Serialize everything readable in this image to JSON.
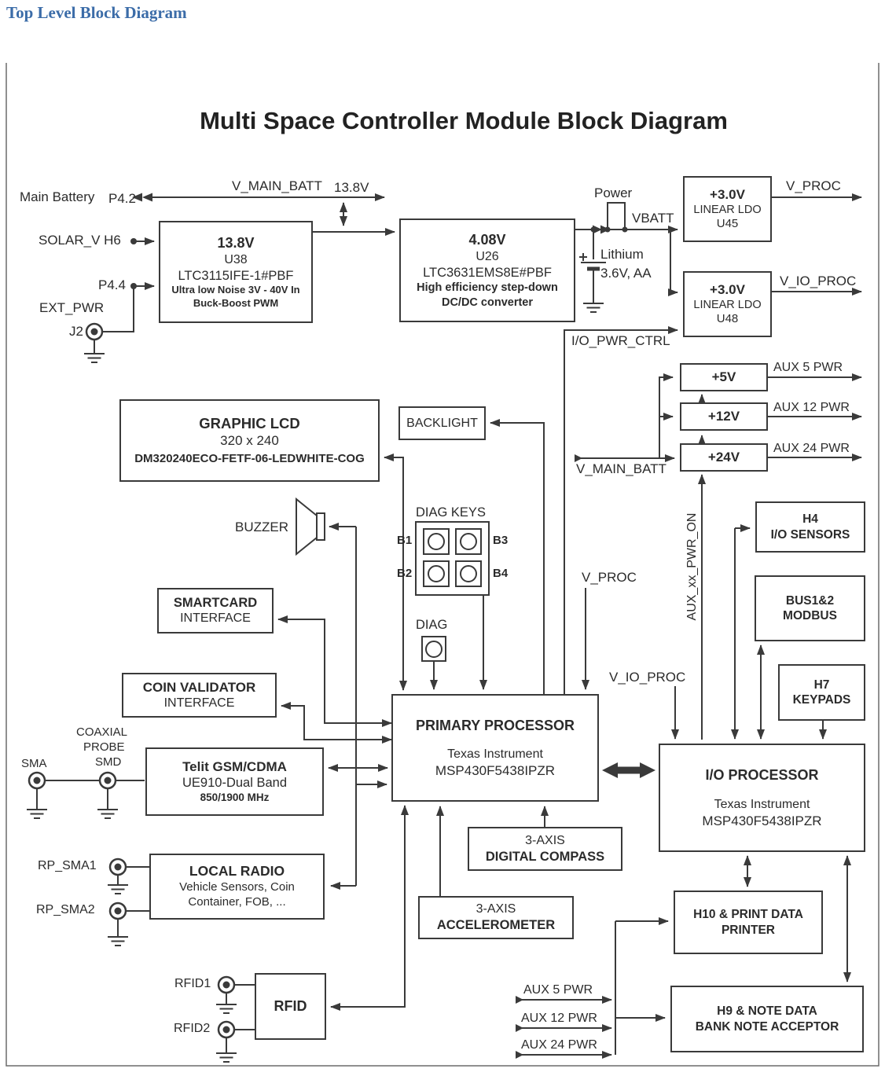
{
  "page": {
    "header": "Top Level Block Diagram",
    "title": "Multi Space Controller Module Block Diagram"
  },
  "colors": {
    "line": "#3a3a3a",
    "header_blue": "#3b6ca8"
  },
  "power_chain": {
    "main_battery": "Main Battery",
    "p42": "P4.2",
    "v_main_batt": "V_MAIN_BATT",
    "v138": "13.8V",
    "solar": "SOLAR_V H6",
    "p44": "P4.4",
    "ext_pwr": "EXT_PWR",
    "j2": "J2",
    "u38": {
      "voltage": "13.8V",
      "ref": "U38",
      "part": "LTC3115IFE-1#PBF",
      "desc1": "Ultra low Noise 3V - 40V In",
      "desc2": "Buck-Boost PWM"
    },
    "u26": {
      "voltage": "4.08V",
      "ref": "U26",
      "part": "LTC3631EMS8E#PBF",
      "desc1": "High efficiency step-down",
      "desc2": "DC/DC converter"
    },
    "power_switch": "Power",
    "vbatt": "VBATT",
    "lithium": "Lithium",
    "lithium_type": "3.6V, AA",
    "u45": {
      "voltage": "+3.0V",
      "type": "LINEAR LDO",
      "ref": "U45"
    },
    "v_proc": "V_PROC",
    "u48": {
      "voltage": "+3.0V",
      "type": "LINEAR LDO",
      "ref": "U48"
    },
    "v_io_proc": "V_IO_PROC",
    "io_pwr_ctrl": "I/O_PWR_CTRL",
    "rails": {
      "p5": "+5V",
      "p12": "+12V",
      "p24": "+24V",
      "aux5": "AUX 5 PWR",
      "aux12": "AUX 12 PWR",
      "aux24": "AUX 24 PWR",
      "v_main_batt": "V_MAIN_BATT",
      "aux_pwr_on": "AUX_xx_PWR_ON"
    }
  },
  "peripherals": {
    "lcd": {
      "line1": "GRAPHIC LCD",
      "line2": "320 x 240",
      "line3": "DM320240ECO-FETF-06-LEDWHITE-COG"
    },
    "backlight": "BACKLIGHT",
    "buzzer": "BUZZER",
    "diag_keys": {
      "title": "DIAG KEYS",
      "b1": "B1",
      "b2": "B2",
      "b3": "B3",
      "b4": "B4"
    },
    "diag": "DIAG",
    "smartcard": {
      "line1": "SMARTCARD",
      "line2": "INTERFACE"
    },
    "coin_validator": {
      "line1": "COIN VALIDATOR",
      "line2": "INTERFACE"
    },
    "gsm": {
      "line1": "Telit GSM/CDMA",
      "line2": "UE910-Dual Band",
      "line3": "850/1900 MHz"
    },
    "coax": {
      "line1": "COAXIAL",
      "line2": "PROBE",
      "line3": "SMD"
    },
    "sma": "SMA",
    "local_radio": {
      "line1": "LOCAL RADIO",
      "line2": "Vehicle Sensors, Coin",
      "line3": "Container, FOB,  ..."
    },
    "rp_sma1": "RP_SMA1",
    "rp_sma2": "RP_SMA2",
    "rfid": {
      "label": "RFID",
      "ant1": "RFID1",
      "ant2": "RFID2"
    },
    "compass": {
      "line1": "3-AXIS",
      "line2": "DIGITAL COMPASS"
    },
    "accelerometer": {
      "line1": "3-AXIS",
      "line2": "ACCELEROMETER"
    }
  },
  "processors": {
    "primary": {
      "title": "PRIMARY PROCESSOR",
      "vendor": "Texas Instrument",
      "part": "MSP430F5438IPZR",
      "v_proc": "V_PROC"
    },
    "io": {
      "title": "I/O PROCESSOR",
      "vendor": "Texas Instrument",
      "part": "MSP430F5438IPZR",
      "v_io_proc": "V_IO_PROC"
    }
  },
  "io_devices": {
    "h4": {
      "line1": "H4",
      "line2": "I/O SENSORS"
    },
    "modbus": {
      "line1": "BUS1&2",
      "line2": "MODBUS"
    },
    "h7": {
      "line1": "H7",
      "line2": "KEYPADS"
    },
    "h10": {
      "line1": "H10 & PRINT DATA",
      "line2": "PRINTER"
    },
    "h9": {
      "line1": "H9 & NOTE DATA",
      "line2": "BANK NOTE ACCEPTOR"
    },
    "aux5": "AUX 5 PWR",
    "aux12": "AUX 12 PWR",
    "aux24": "AUX 24 PWR"
  }
}
